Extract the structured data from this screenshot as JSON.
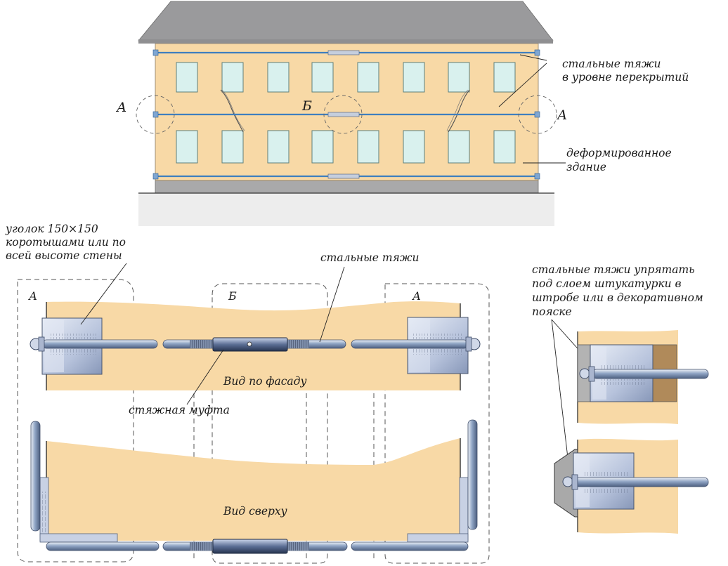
{
  "labels": {
    "tie_rods_floor_1": "стальные тяжи",
    "tie_rods_floor_2": "в уровне перекрытий",
    "deformed_1": "деформированное",
    "deformed_2": "здание",
    "mark_a": "А",
    "mark_b": "Б",
    "angle_1": "уголок 150×150",
    "angle_2": "коротышами или по",
    "angle_3": "всей высоте стены",
    "tie_rods": "стальные тяжи",
    "hide_1": "стальные тяжи упрятать",
    "hide_2": "под слоем штукатурки в",
    "hide_3": "штробе или в декоративном",
    "hide_4": "пояске",
    "facade_view": "Вид по фасаду",
    "coupling": "стяжная муфта",
    "top_view": "Вид сверху"
  },
  "colors": {
    "wall": "#f8d9a6",
    "roof": "#9a9a9c",
    "plinth": "#a9a9aa",
    "ground": "#ededed",
    "window": "#d9f1ee",
    "rod": "#3f7fbf",
    "plate": "#b9c4dc",
    "trim_dark": "#b08a5a"
  }
}
